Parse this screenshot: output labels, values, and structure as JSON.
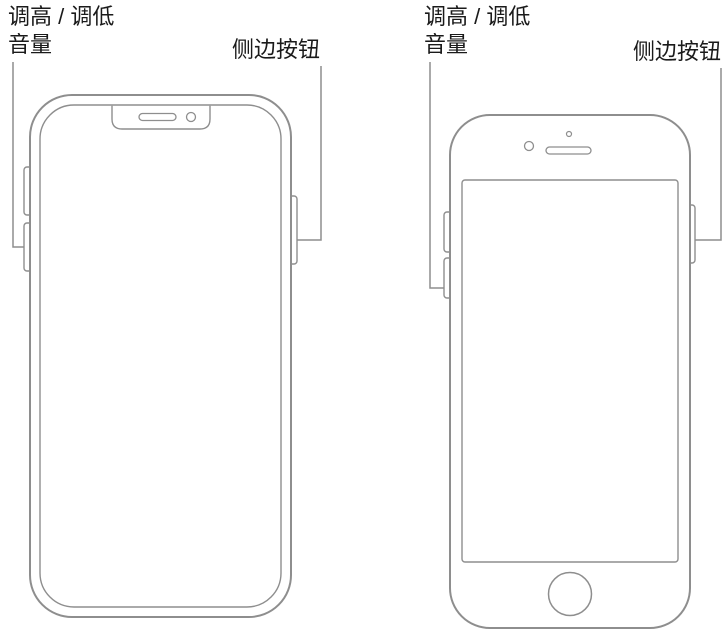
{
  "colors": {
    "background": "#ffffff",
    "line_art": "#8e8e8e",
    "text": "#1a1a1a"
  },
  "callouts": {
    "left_phone": {
      "volume_label_line1": "调高 / 调低",
      "volume_label_line2": "音量",
      "side_button_label": "侧边按钮"
    },
    "right_phone": {
      "volume_label_line1": "调高 / 调低",
      "volume_label_line2": "音量",
      "side_button_label": "侧边按钮"
    }
  }
}
